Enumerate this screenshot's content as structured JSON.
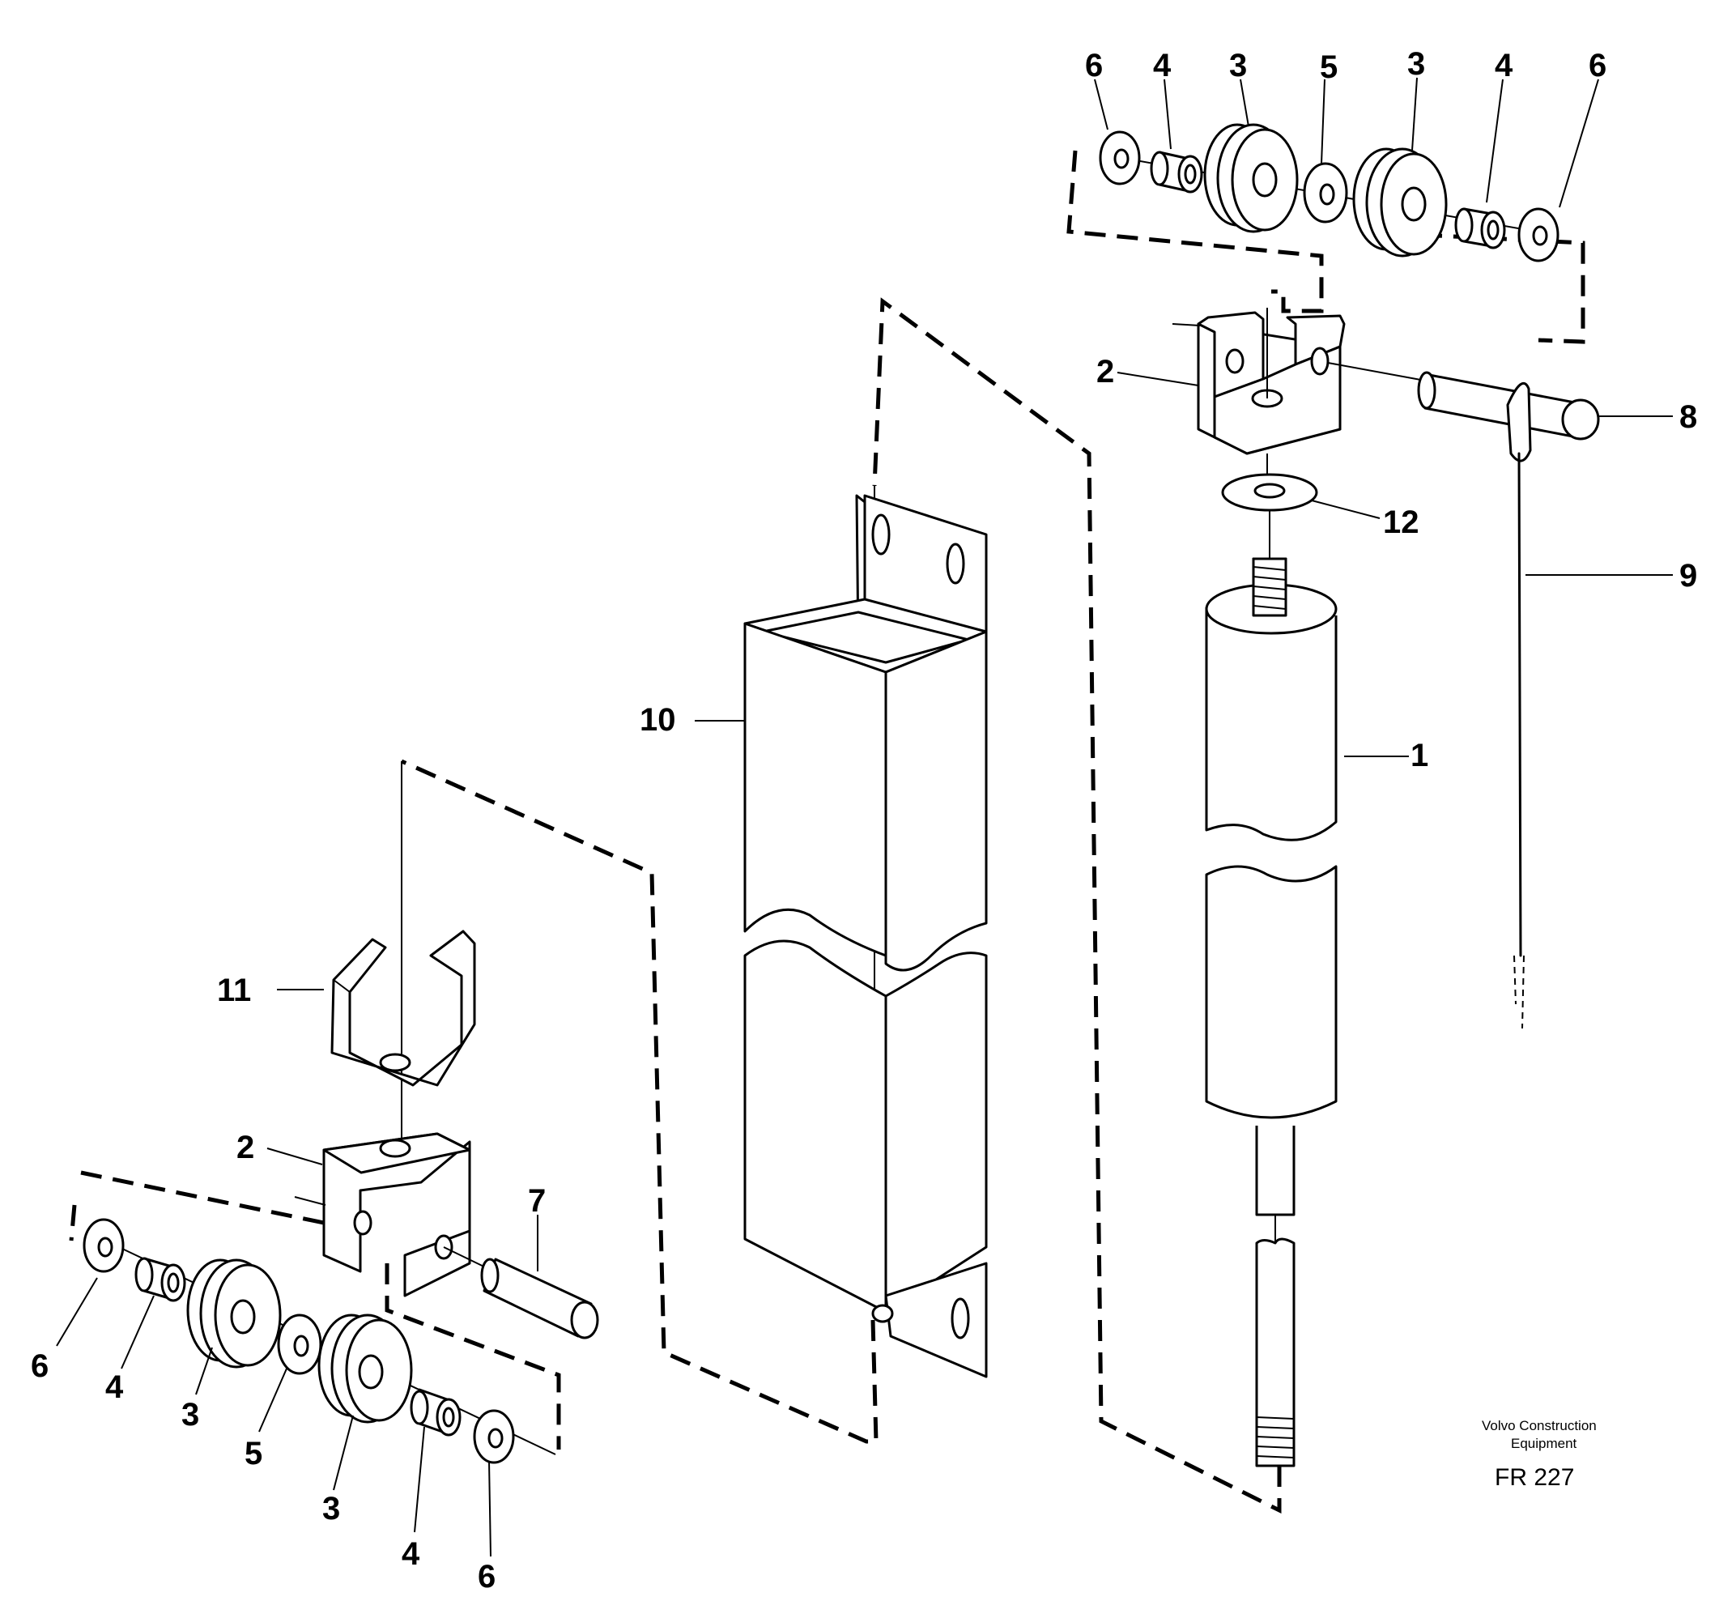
{
  "diagram": {
    "callouts": {
      "top_6_left": "6",
      "top_4_left": "4",
      "top_3_left": "3",
      "top_5": "5",
      "top_3_right": "3",
      "top_4_right": "4",
      "top_6_right": "6",
      "top_2": "2",
      "top_8": "8",
      "top_12": "12",
      "top_9": "9",
      "top_1": "1",
      "top_10": "10",
      "bot_11": "11",
      "bot_2": "2",
      "bot_7": "7",
      "bot_6_left": "6",
      "bot_4_left": "4",
      "bot_3_left": "3",
      "bot_5": "5",
      "bot_3_right": "3",
      "bot_4_right": "4",
      "bot_6_right": "6"
    },
    "footer": {
      "brand_line1": "Volvo Construction",
      "brand_line2": "Equipment",
      "figure_ref": "FR 227"
    }
  }
}
